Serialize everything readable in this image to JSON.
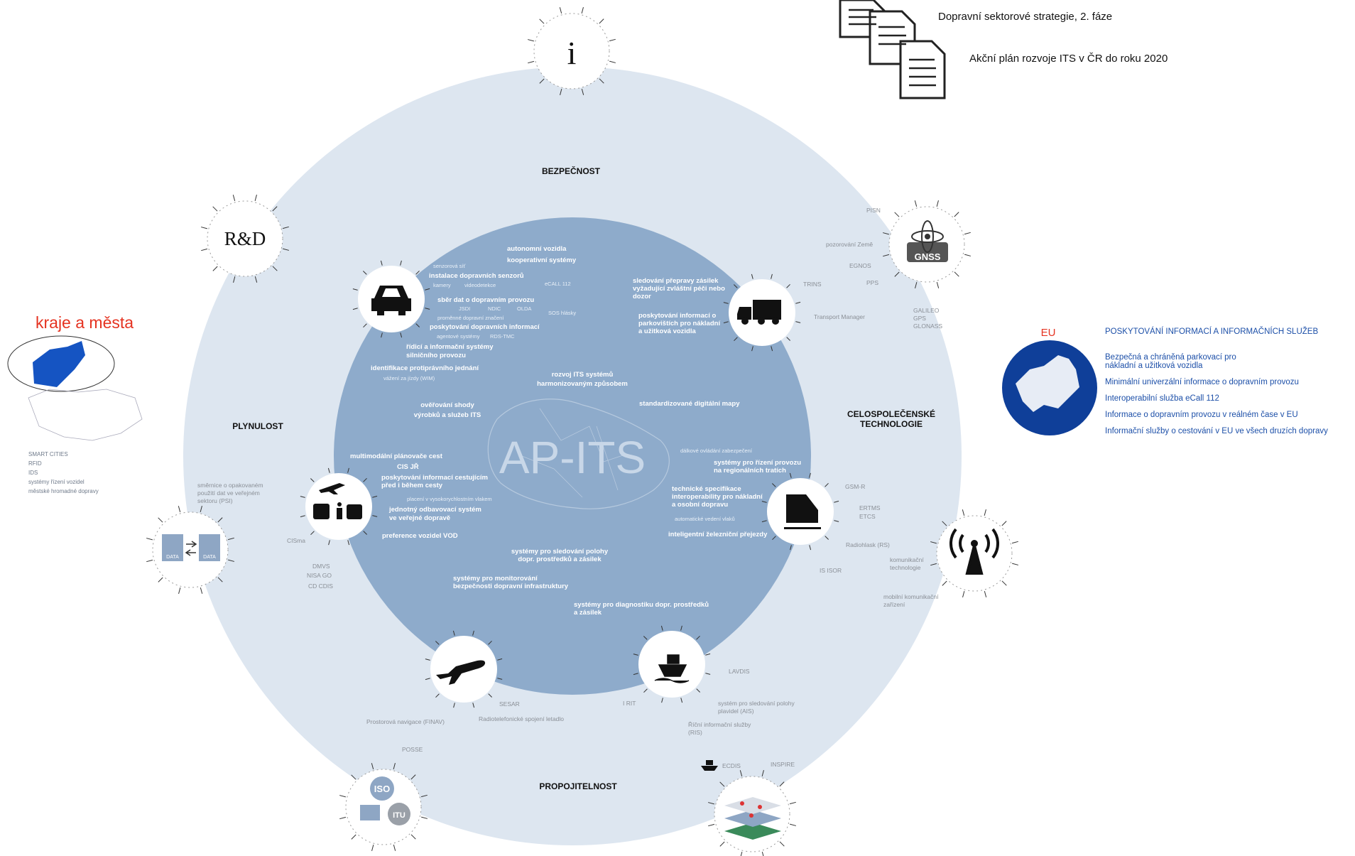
{
  "documents": {
    "line1": "Dopravní sektorové strategie, 2. fáze",
    "line2": "Akční plán rozvoje ITS v ČR do roku 2020"
  },
  "center": {
    "title": "AP-ITS"
  },
  "sections": {
    "top": "BEZPEČNOST",
    "left": "PLYNULOST",
    "right_line1": "CELOSPOLEČENSKÉ",
    "right_line2": "TECHNOLOGIE",
    "bottom": "PROPOJITELNOST"
  },
  "icons": {
    "info": "i",
    "rnd": "R&D",
    "gnss": "GNSS",
    "iso": "ISO",
    "itu": "ITU",
    "data1": "DATA",
    "data2": "DATA"
  },
  "regions": {
    "title": "kraje a města",
    "items": [
      "SMART CITIES",
      "RFID",
      "IDS",
      "systémy řízení vozidel",
      "městské hromadné dopravy"
    ]
  },
  "eu": {
    "label": "EU",
    "title": "POSKYTOVÁNÍ INFORMACÍ A INFORMAČNÍCH SLUŽEB",
    "items": [
      [
        "Bezpečná a chráněná parkovací pro",
        "nákladní a užitková vozidla"
      ],
      [
        "Minimální univerzální informace o dopravním provozu"
      ],
      [
        "Interoperabilní služba eCall 112"
      ],
      [
        "Informace o dopravním provozu v reálném čase v EU"
      ],
      [
        "Informační služby o cestování v EU ve všech druzích dopravy"
      ]
    ]
  },
  "core_labels": {
    "autonomni": "autonomní vozidla",
    "kooperativni": "kooperativní systémy",
    "senzorova": "senzorová síť",
    "instalace": "instalace dopravních senzorů",
    "kamery": "kamery",
    "videodetekce": "videodetekce",
    "ecall": "eCALL 112",
    "sber": "sběr dat o dopravním provozu",
    "jsdi": "JSDI",
    "ndic": "NDIC",
    "olda": "OLDA",
    "sos": "SOS hlásky",
    "promenne": "proměnné dopravní značení",
    "poskytovani": "poskytování dopravních informací",
    "agentove": "agentové systémy",
    "rdstmc": "RDS-TMC",
    "ridici1": "řídicí a informační systémy",
    "ridici2": "silničního provozu",
    "identifikace": "identifikace protiprávního jednání",
    "vazeni": "vážení za jízdy (WIM)",
    "sledovani1": "sledování přepravy zásilek",
    "sledovani2": "vyžadující zvláštní péči nebo",
    "sledovani3": "dozor",
    "parkoviste1": "poskytování informací o",
    "parkoviste2": "parkovištích pro nákladní",
    "parkoviste3": "a užitková vozidla",
    "rozvoj1": "rozvoj ITS systémů",
    "rozvoj2": "harmonizovaným způsobem",
    "overovani1": "ověřování shody",
    "overovani2": "výrobků a služeb ITS",
    "mapy": "standardizované digitální mapy",
    "dalkove": "dálkové ovládání zabezpečení",
    "rizeni1": "systémy pro řízení provozu",
    "rizeni2": "na regionálních tratích",
    "multimodalni": "multimodální plánovače cest",
    "cisjr": "CIS JŘ",
    "cestujici1": "poskytování informací cestujícím",
    "cestujici2": "před i během cesty",
    "placeni": "placení v vysokorychlostním vlakem",
    "technicke1": "technické specifikace",
    "technicke2": "interoperability pro nákladní",
    "technicke3": "a osobní dopravu",
    "jednotny1": "jednotný odbavovací systém",
    "jednotny2": "ve veřejné dopravě",
    "automaticke": "automatické vedení vlaků",
    "preference": "preference vozidel VOD",
    "prejezdy": "inteligentní železniční přejezdy",
    "polohy1": "systémy pro sledování polohy",
    "polohy2": "dopr. prostředků a zásilek",
    "monitorovani1": "systémy pro monitorování",
    "monitorovani2": "bezpečnosti dopravní infrastruktury",
    "diagnostika1": "systémy pro diagnostiku dopr. prostředků",
    "diagnostika2": "a zásilek"
  },
  "outer_labels": {
    "pisn": "PISN",
    "pozorovani": "pozorování Země",
    "egnos": "EGNOS",
    "pps": "PPS",
    "trins": "TRINS",
    "transport": "Transport Manager",
    "galileo": "GALILEO",
    "gps": "GPS",
    "glonass": "GLONASS",
    "gsmr": "GSM-R",
    "ertms": "ERTMS",
    "etcs": "ETCS",
    "radiohlas": "Radiohlask (RS)",
    "isisor": "IS ISOR",
    "komunikacni1": "komunikační",
    "komunikacni2": "technologie",
    "mobilni1": "mobilní komunikační",
    "mobilni2": "zařízení",
    "smernice1": "směrnice o opakovaném",
    "smernice2": "použití dat ve veřejném",
    "smernice3": "sektoru (PSI)",
    "cisma": "CISma",
    "dmvs": "DMVS",
    "nisago": "NISA GO",
    "cdcdis": "CD CDIS",
    "lavdis": "LAVDIS",
    "irit": "I RIT",
    "ais1": "systém pro sledování polohy",
    "ais2": "plavidel (AIS)",
    "ris1": "Říční informační služby",
    "ris2": "(RIS)",
    "sesar": "SESAR",
    "finav": "Prostorová navigace (FINAV)",
    "radiotel": "Radiotelefonické spojení letadlo",
    "posse": "POSSE",
    "ecdis": "ECDIS",
    "inspire": "INSPIRE"
  }
}
